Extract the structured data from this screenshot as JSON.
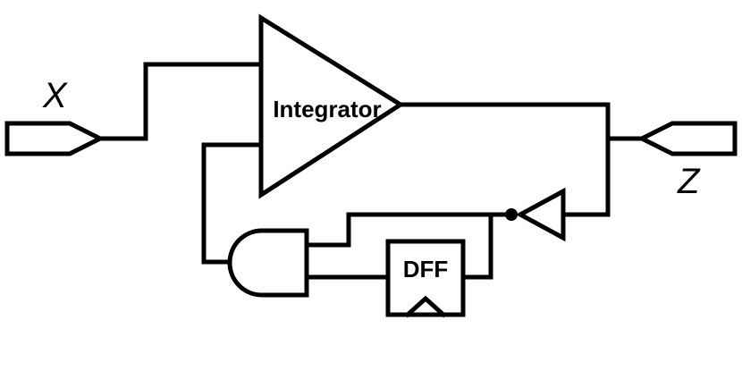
{
  "diagram": {
    "input_port": {
      "label": "X"
    },
    "output_port": {
      "label": "Z"
    },
    "integrator": {
      "label": "Integrator"
    },
    "flip_flop": {
      "label": "DFF"
    }
  },
  "colors": {
    "stroke": "#000000",
    "background": "#ffffff"
  }
}
